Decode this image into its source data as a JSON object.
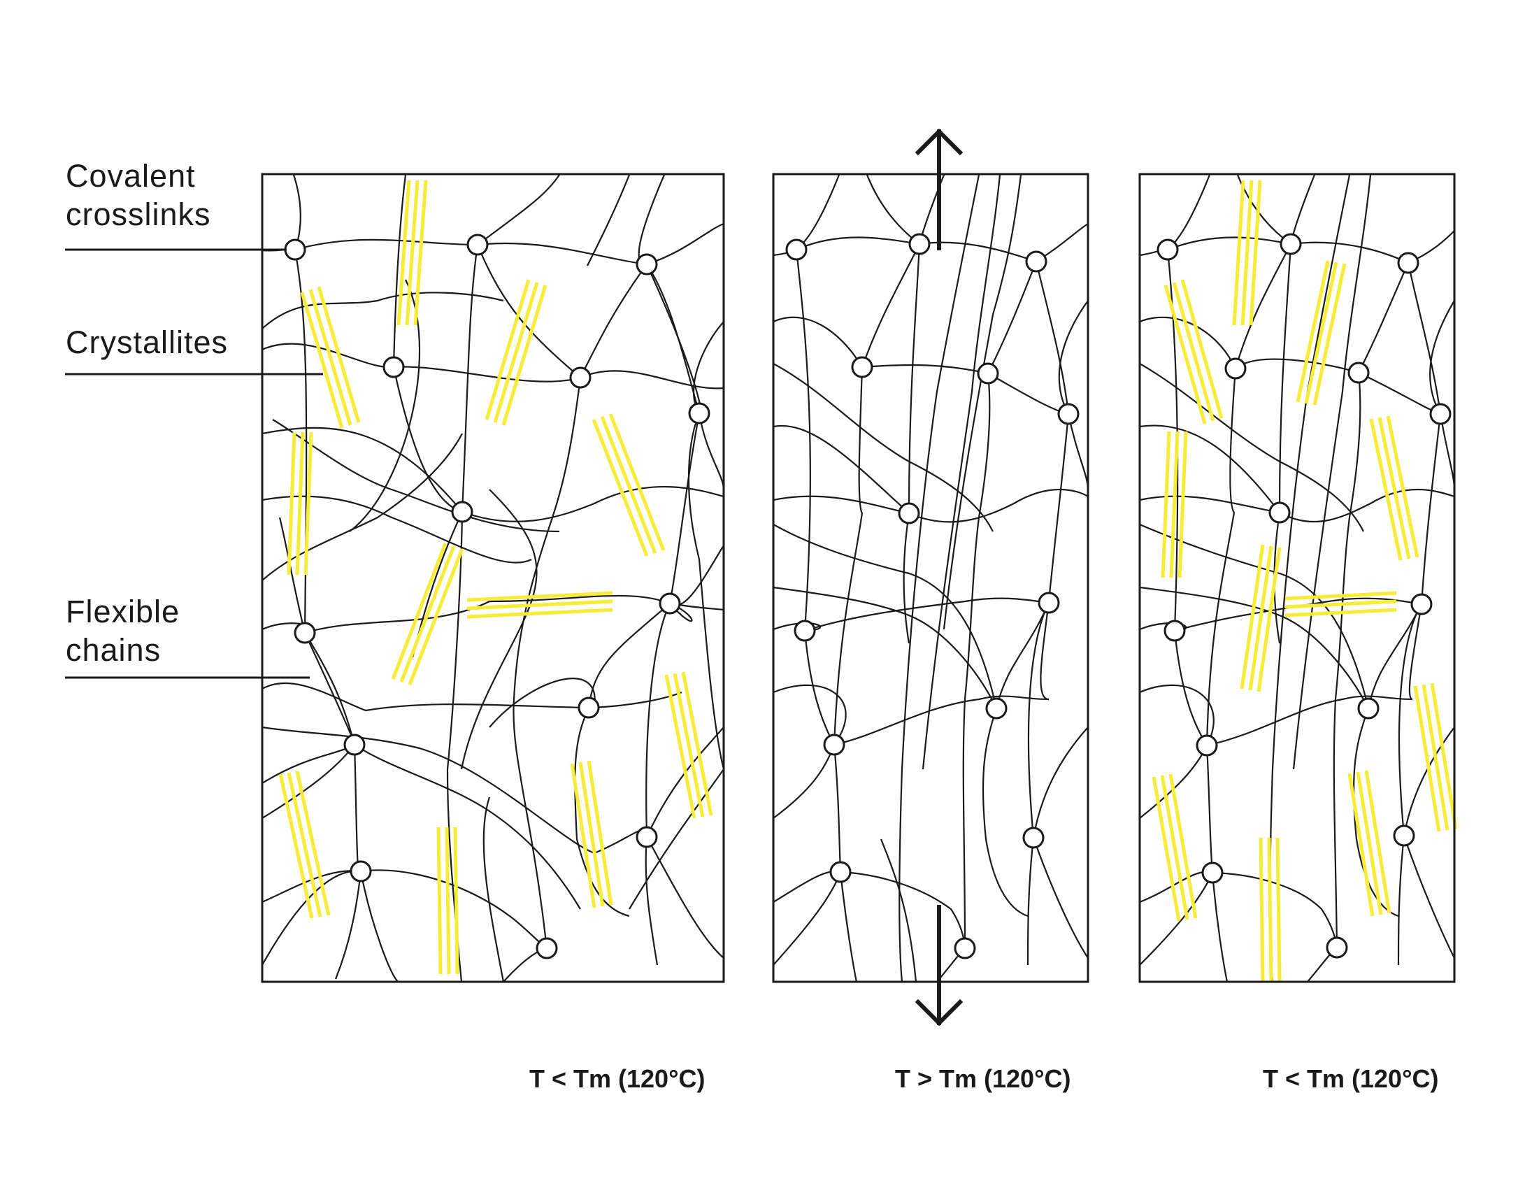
{
  "legend": {
    "crosslinks": "Covalent\ncrosslinks",
    "crystallites": "Crystallites",
    "chains": "Flexible\nchains"
  },
  "panels": [
    {
      "temp_label": "T < Tm (120°C)"
    },
    {
      "temp_label": "T > Tm (120°C)"
    },
    {
      "temp_label": "T < Tm (120°C)"
    }
  ],
  "colors": {
    "crystallite": "#f7ec3a",
    "line": "#1a1a1a",
    "node_fill": "#ffffff"
  }
}
